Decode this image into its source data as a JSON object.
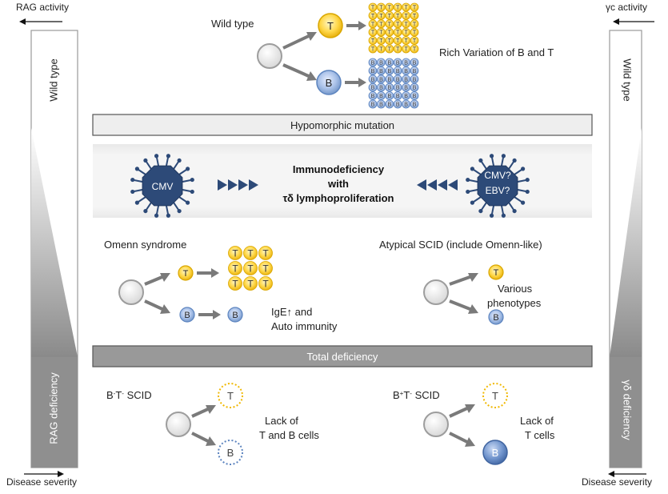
{
  "sidebars": {
    "left": {
      "top_label": "RAG activity",
      "bottom_label": "Disease severity",
      "upper_vertical": "Wild type",
      "lower_vertical": "RAG deficiency"
    },
    "right": {
      "top_label": "γc activity",
      "bottom_label": "Disease severity",
      "upper_vertical": "Wild type",
      "lower_vertical": "γδ deficiency"
    }
  },
  "wild_type": {
    "title": "Wild type",
    "t_label": "T",
    "b_label": "B",
    "grid_letter_t": "T",
    "grid_letter_b": "B",
    "caption": "Rich Variation of B and T"
  },
  "banners": {
    "hypomorphic": "Hypomorphic mutation",
    "total": "Total deficiency"
  },
  "immuno": {
    "left_virus": "CMV",
    "right_virus_line1": "CMV?",
    "right_virus_line2": "EBV?",
    "line1": "Immunodeficiency",
    "line2": "with",
    "line3": "τδ lymphoproliferation"
  },
  "omenn": {
    "title": "Omenn syndrome",
    "t_label": "T",
    "b_label": "B",
    "b2_label": "B",
    "grid_letter": "T",
    "caption_line1": "IgE↑ and",
    "caption_line2": "Auto immunity"
  },
  "atypical": {
    "title": "Atypical SCID (include Omenn-like)",
    "t_label": "T",
    "b_label": "B",
    "caption_line1": "Various",
    "caption_line2": "phenotypes"
  },
  "bt_scid": {
    "title_b": "B",
    "title_sup1": "-",
    "title_t": "T",
    "title_sup2": "-",
    "title_rest": " SCID",
    "t_label": "T",
    "b_label": "B",
    "caption_line1": "Lack of",
    "caption_line2": "T and B cells"
  },
  "bpt_scid": {
    "title_b": "B",
    "title_sup1": "+",
    "title_t": "T",
    "title_sup2": "-",
    "title_rest": " SCID",
    "t_label": "T",
    "b_label": "B",
    "caption_line1": "Lack of",
    "caption_line2": "T cells"
  },
  "colors": {
    "t_yellow": "#f5c400",
    "b_blue": "#6a8fc4",
    "virus_navy": "#2d4a78",
    "banner_light": "#eeeeee",
    "banner_dark": "#999999"
  }
}
